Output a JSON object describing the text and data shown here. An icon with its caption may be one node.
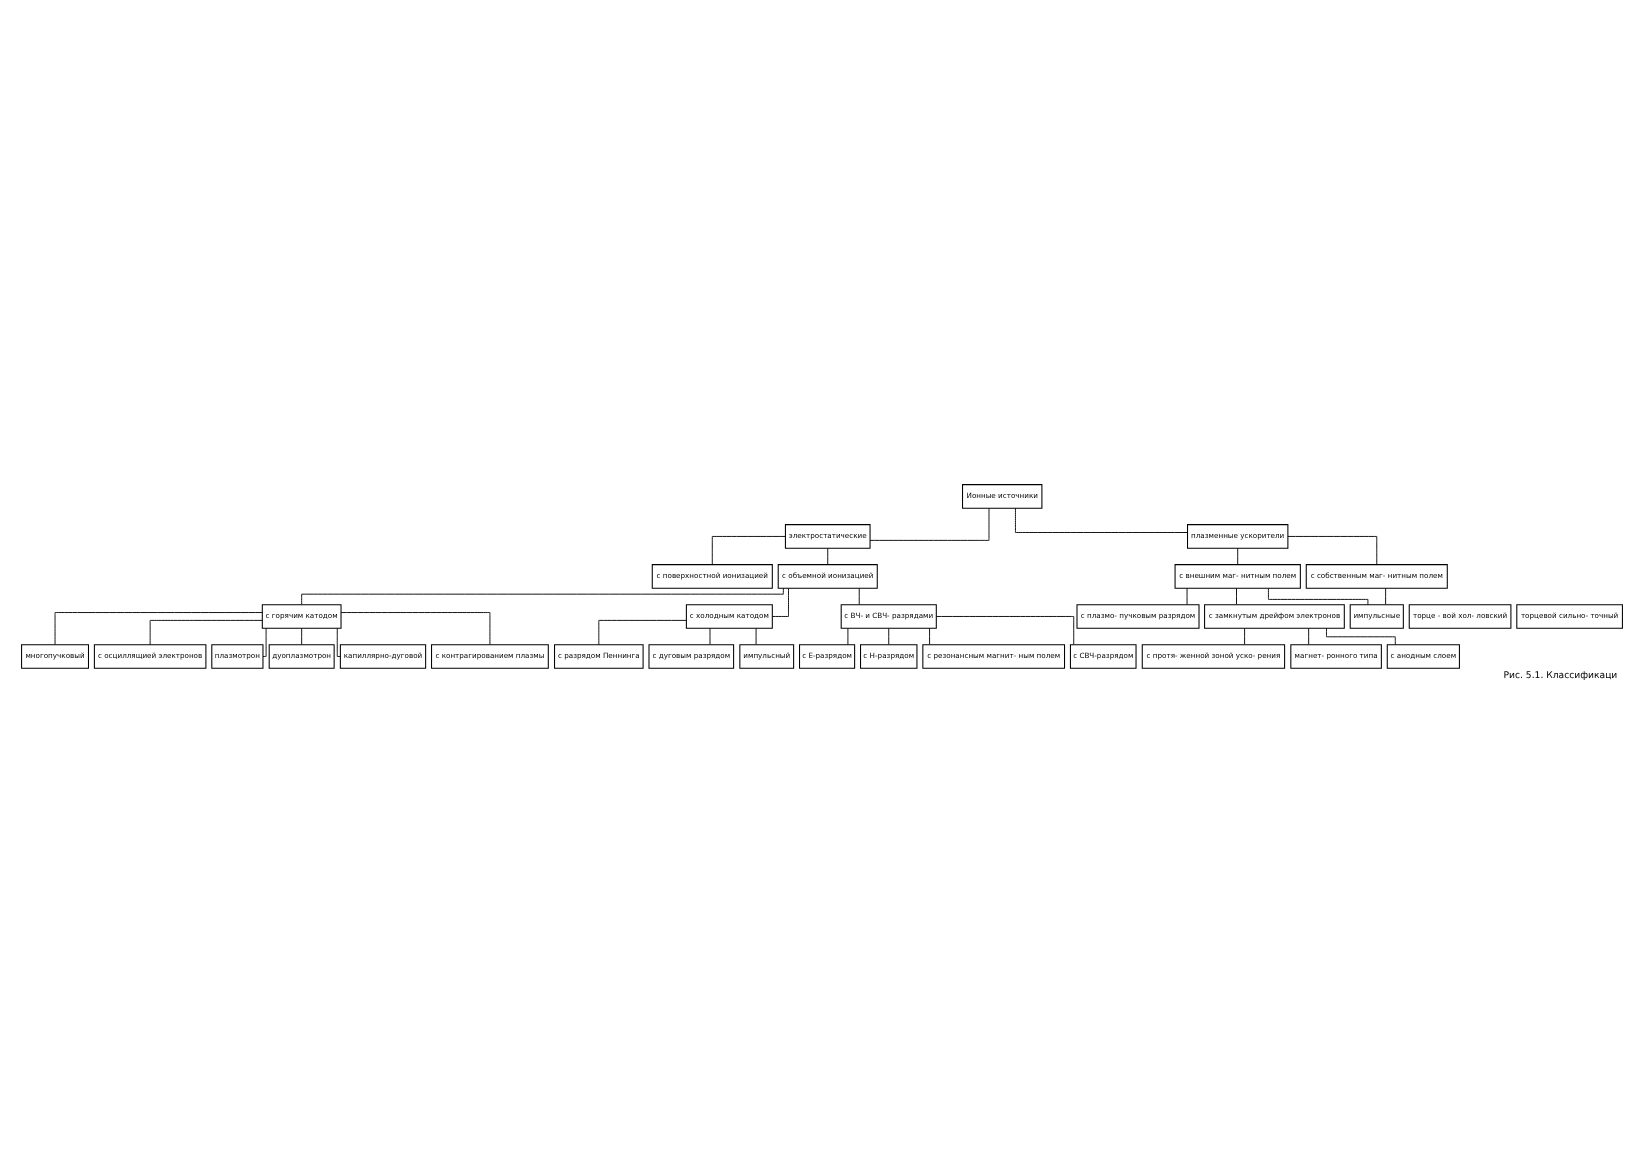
{
  "diagram": {
    "caption": "Рис. 5.1. Классификаци",
    "nodes": [
      {
        "text": [
          "Ионные источники"
        ]
      },
      {
        "text": [
          "электростатические"
        ]
      },
      {
        "text": [
          "плазменные ускорители"
        ]
      },
      {
        "text": [
          "с поверхностной ионизацией"
        ]
      },
      {
        "text": [
          "с объемной ионизацией"
        ]
      },
      {
        "text": [
          "с горячим катодом"
        ]
      },
      {
        "text": [
          "с холодным катодом"
        ]
      },
      {
        "text": [
          "с ВЧ- и СВЧ- разрядами"
        ]
      },
      {
        "text": [
          "многопучковый"
        ]
      },
      {
        "text": [
          "с осциллящией электронов"
        ]
      },
      {
        "text": [
          "плазмотрон"
        ]
      },
      {
        "text": [
          "дуоплазмотрон"
        ]
      },
      {
        "text": [
          "капиллярно-дуговой"
        ]
      },
      {
        "text": [
          "с контрагированием плазмы"
        ]
      },
      {
        "text": [
          "с разрядом Пеннинга"
        ]
      },
      {
        "text": [
          "с дуговым разрядом"
        ]
      },
      {
        "text": [
          "импульсный"
        ]
      },
      {
        "text": [
          "с Е-разрядом"
        ]
      },
      {
        "text": [
          "с Н-разрядом"
        ]
      },
      {
        "text": [
          "с резонансным магнит- ным полем"
        ]
      },
      {
        "text": [
          "с СВЧ-разрядом"
        ]
      },
      {
        "text": [
          "с внешним маг- нитным полем"
        ]
      },
      {
        "text": [
          "с собственным маг- нитным полем"
        ]
      },
      {
        "text": [
          "с плазмо- пучковым разрядом"
        ]
      },
      {
        "text": [
          "импульсные"
        ]
      },
      {
        "text": [
          "с замкнутым дрейфом электронов"
        ]
      },
      {
        "text": [
          "торце - вой хол- ловский"
        ]
      },
      {
        "text": [
          "торцевой сильно- точный"
        ]
      },
      {
        "text": [
          "с протя- женной зоной уско- рения"
        ]
      },
      {
        "text": [
          "магнет- ронного типа"
        ]
      },
      {
        "text": [
          "с анодным слоем"
        ]
      }
    ],
    "edges": [
      {
        "from": 0,
        "to": 1,
        "arrow": "none"
      },
      {
        "from": 0,
        "to": 2,
        "arrow": "none"
      },
      {
        "from": 1,
        "to": 3,
        "arrow": "none"
      },
      {
        "from": 1,
        "to": 4,
        "arrow": "none"
      },
      {
        "from": 4,
        "to": 5,
        "arrow": "none"
      },
      {
        "from": 4,
        "to": 6,
        "arrow": "none"
      },
      {
        "from": 4,
        "to": 7,
        "arrow": "none"
      },
      {
        "from": 5,
        "to": 8,
        "arrow": "none"
      },
      {
        "from": 5,
        "to": 9,
        "arrow": "none"
      },
      {
        "from": 5,
        "to": 10,
        "arrow": "none"
      },
      {
        "from": 5,
        "to": 11,
        "arrow": "none"
      },
      {
        "from": 5,
        "to": 12,
        "arrow": "none"
      },
      {
        "from": 5,
        "to": 13,
        "arrow": "none"
      },
      {
        "from": 6,
        "to": 14,
        "arrow": "none"
      },
      {
        "from": 6,
        "to": 15,
        "arrow": "none"
      },
      {
        "from": 6,
        "to": 16,
        "arrow": "none"
      },
      {
        "from": 7,
        "to": 17,
        "arrow": "none"
      },
      {
        "from": 7,
        "to": 18,
        "arrow": "none"
      },
      {
        "from": 7,
        "to": 19,
        "arrow": "none"
      },
      {
        "from": 7,
        "to": 20,
        "arrow": "none"
      },
      {
        "from": 2,
        "to": 21,
        "arrow": "none"
      },
      {
        "from": 2,
        "to": 22,
        "arrow": "none"
      },
      {
        "from": 21,
        "to": 23,
        "arrow": "none"
      },
      {
        "from": 21,
        "to": 24,
        "arrow": "none"
      },
      {
        "from": 22,
        "to": 24,
        "arrow": "none"
      },
      {
        "from": 21,
        "to": 25,
        "arrow": "none"
      },
      {
        "from": 25,
        "to": 28,
        "arrow": "none"
      },
      {
        "from": 25,
        "to": 29,
        "arrow": "none"
      },
      {
        "from": 25,
        "to": 30,
        "arrow": "none"
      }
    ]
  }
}
